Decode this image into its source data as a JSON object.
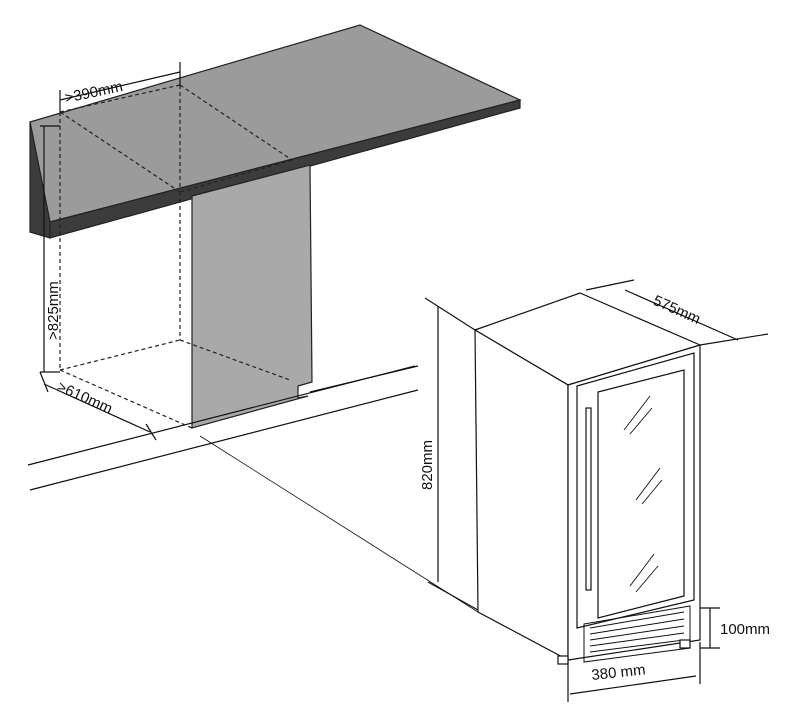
{
  "dimensions": {
    "niche_width": "390mm",
    "niche_height": "825mm",
    "niche_depth": "610mm",
    "unit_depth": "575mm",
    "unit_height": "820mm",
    "unit_width": "380 mm",
    "plinth_height": "100mm"
  },
  "niche_prefix": ">",
  "colors": {
    "countertop_top": "#9b9b9b",
    "countertop_edge": "#3c3c3c",
    "panel": "#a9a9a9",
    "line": "#111111",
    "background": "#ffffff"
  }
}
